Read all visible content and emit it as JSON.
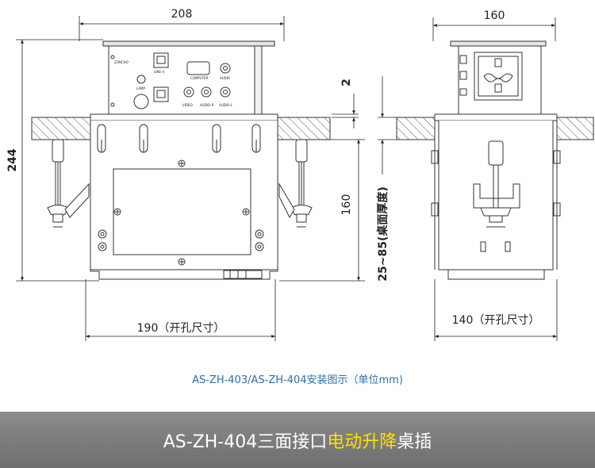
{
  "dimensions": {
    "top_width": "208",
    "side_width": "160",
    "total_height": "244",
    "gap": "2",
    "body_height": "160",
    "desk_thickness": "25~85(桌面厚度)",
    "cutout_front": "190（开孔尺寸）",
    "cutout_side": "140（开孔尺寸）"
  },
  "panel_labels": {
    "brand": "ZONCHO",
    "line": "LINE-4",
    "computer": "COMPUTER",
    "audio": "AUDIO",
    "lamp": "LAMP",
    "video": "VIDEO",
    "audio_r": "AUDIO-R",
    "audio_l": "AUDIO-L"
  },
  "caption": "AS-ZH-403/AS-ZH-404安装图示（单位mm)",
  "banner": {
    "prefix": "AS-ZH-404三面接口 ",
    "highlight": "电动升降",
    "suffix": "桌插"
  },
  "colors": {
    "line": "#333333",
    "caption": "#2e6ea8",
    "banner_bg": "#7d7d7d",
    "banner_highlight": "#ffe000"
  }
}
